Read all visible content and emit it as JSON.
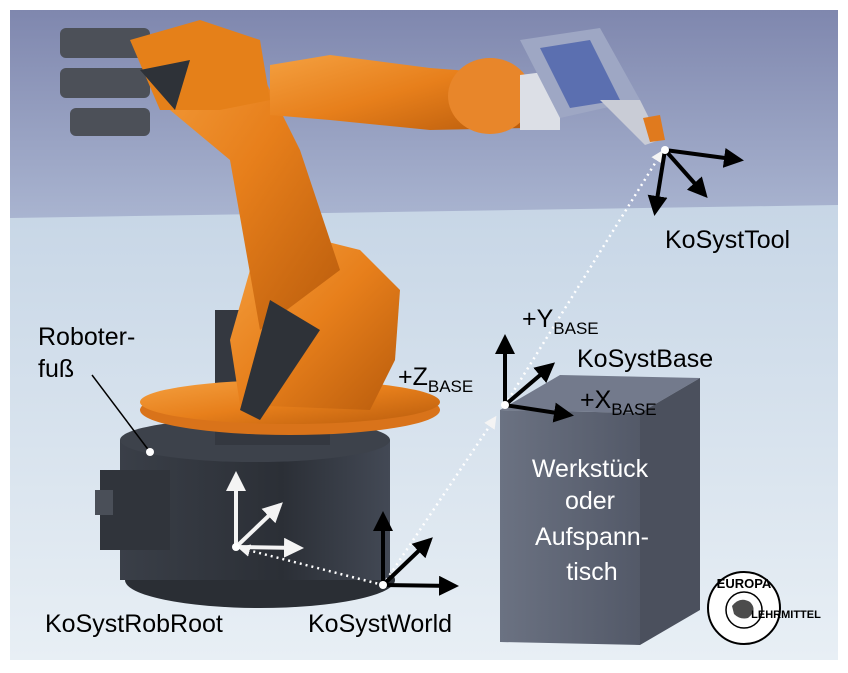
{
  "labels": {
    "roboterfuss_line1": "Roboter-",
    "roboterfuss_line2": "fuß",
    "kosyst_tool": "KoSystTool",
    "plus_y": "+Y",
    "y_sub": "BASE",
    "kosyst_base": "KoSystBase",
    "plus_z": "+Z",
    "z_sub": "BASE",
    "plus_x": "+X",
    "x_sub": "BASE",
    "werkstueck_line1": "Werkstück",
    "werkstueck_line2": "oder",
    "werkstueck_line3": "Aufspann-",
    "werkstueck_line4": "tisch",
    "kosyst_robroot": "KoSystRobRoot",
    "kosyst_world": "KoSystWorld"
  },
  "logo": {
    "top_text": "EUROPA",
    "bottom_text": "LEHRMITTEL"
  },
  "colors": {
    "background_top": "#8f97bb",
    "background_floor": "#d8e4ee",
    "robot_orange": "#e8801c",
    "robot_dark": "#2f333a",
    "workpiece": "#5f6575",
    "arrow_black": "#000000",
    "arrow_white": "#ffffff"
  }
}
